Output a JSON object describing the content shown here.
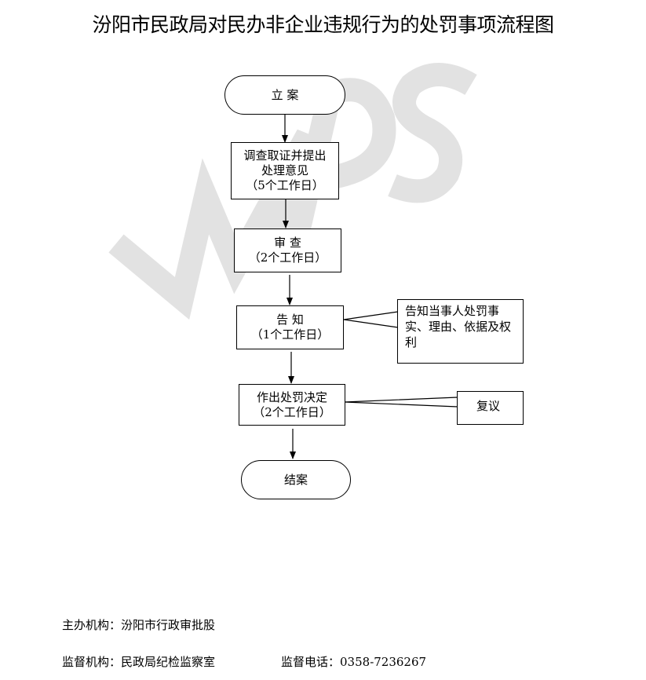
{
  "title": "汾阳市民政局对民办非企业违规行为的处罚事项流程图",
  "watermark_text": "WPS",
  "nodes": {
    "start": {
      "lines": [
        "立 案"
      ]
    },
    "investigate": {
      "lines": [
        "调查取证并提出",
        "处理意见",
        "（5个工作日）"
      ]
    },
    "review": {
      "lines": [
        "审 查",
        "（2个工作日）"
      ]
    },
    "notify": {
      "lines": [
        "告 知",
        "（1个工作日）"
      ]
    },
    "decide": {
      "lines": [
        "作出处罚决定",
        "（2个工作日）"
      ]
    },
    "end": {
      "lines": [
        "结案"
      ]
    }
  },
  "notes": {
    "notify_note": {
      "lines": [
        "告知当事人处罚事实、理由、依据及权利"
      ]
    },
    "decide_note": {
      "lines": [
        "复议"
      ]
    }
  },
  "footer": {
    "organizer_label": "主办机构：",
    "organizer_value": "汾阳市行政审批股",
    "supervisor_label": "监督机构：",
    "supervisor_value": "民政局纪检监察室",
    "phone_label": "监督电话：",
    "phone_value": "0358-7236267"
  },
  "colors": {
    "stroke": "#000000",
    "watermark": "#dadada"
  }
}
